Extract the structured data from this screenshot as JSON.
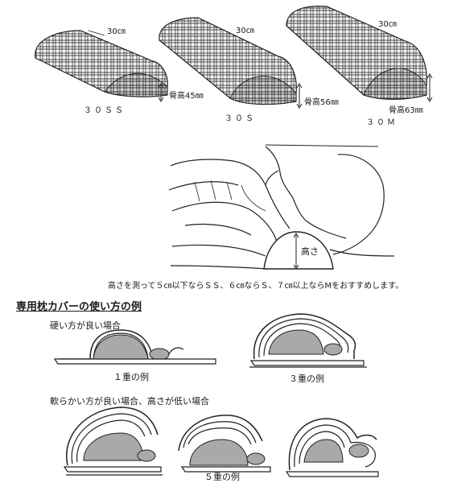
{
  "pillows": [
    {
      "length": "30㎝",
      "height": "骨高45㎜",
      "model": "３０ＳＳ"
    },
    {
      "length": "30㎝",
      "height": "骨高56㎜",
      "model": "３０Ｓ"
    },
    {
      "length": "30㎝",
      "height": "骨高63㎜",
      "model": "３０Ｍ"
    }
  ],
  "illustration": {
    "height_label": "高さ",
    "caption": "高さを測って５㎝以下ならＳＳ、６㎝ならＳ、７㎝以上ならMをおすすめします。"
  },
  "cover_section": {
    "title": "専用枕カバーの使い方の例",
    "hard": {
      "label": "硬い方が良い場合",
      "examples": [
        {
          "caption": "１重の例"
        },
        {
          "caption": "３重の例"
        }
      ]
    },
    "soft": {
      "label": "軟らかい方が良い場合、高さが低い場合",
      "caption": "５重の例"
    }
  }
}
